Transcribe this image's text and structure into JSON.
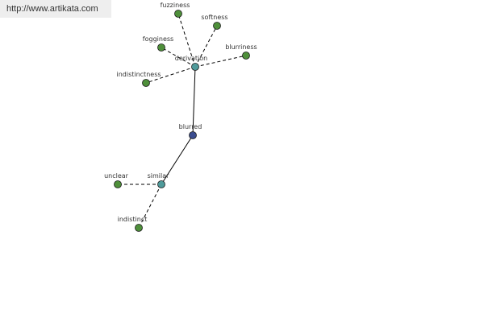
{
  "site": {
    "url": "http://www.artikata.com"
  },
  "colors": {
    "leaf": "#4e8f3a",
    "relation": "#4f9a9a",
    "root": "#3b4d8f",
    "edge": "#000000",
    "background": "#ffffff"
  },
  "graph": {
    "nodes": [
      {
        "id": "blurred",
        "label": "blurred",
        "kind": "root"
      },
      {
        "id": "derivation",
        "label": "derivation",
        "kind": "relation"
      },
      {
        "id": "similar",
        "label": "similar",
        "kind": "relation"
      },
      {
        "id": "fuzziness",
        "label": "fuzziness",
        "kind": "leaf"
      },
      {
        "id": "softness",
        "label": "softness",
        "kind": "leaf"
      },
      {
        "id": "fogginess",
        "label": "fogginess",
        "kind": "leaf"
      },
      {
        "id": "blurriness",
        "label": "blurriness",
        "kind": "leaf"
      },
      {
        "id": "indistinctness",
        "label": "indistinctness",
        "kind": "leaf"
      },
      {
        "id": "unclear",
        "label": "unclear",
        "kind": "leaf"
      },
      {
        "id": "indistinct",
        "label": "indistinct",
        "kind": "leaf"
      }
    ],
    "edges": [
      {
        "from": "blurred",
        "to": "derivation",
        "style": "solid"
      },
      {
        "from": "blurred",
        "to": "similar",
        "style": "solid"
      },
      {
        "from": "derivation",
        "to": "fuzziness",
        "style": "dashed"
      },
      {
        "from": "derivation",
        "to": "softness",
        "style": "dashed"
      },
      {
        "from": "derivation",
        "to": "fogginess",
        "style": "dashed"
      },
      {
        "from": "derivation",
        "to": "blurriness",
        "style": "dashed"
      },
      {
        "from": "derivation",
        "to": "indistinctness",
        "style": "dashed"
      },
      {
        "from": "similar",
        "to": "unclear",
        "style": "dashed"
      },
      {
        "from": "similar",
        "to": "indistinct",
        "style": "dashed"
      }
    ]
  }
}
